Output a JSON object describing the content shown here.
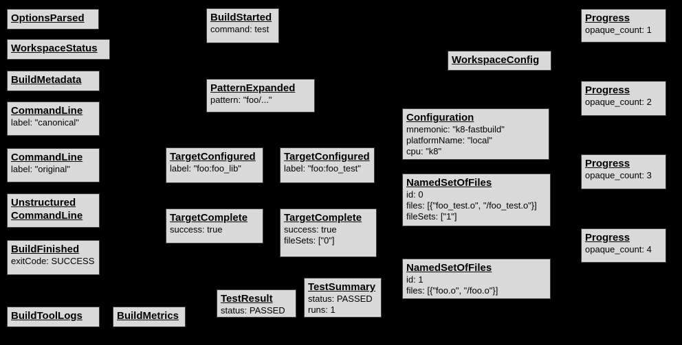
{
  "diagram": {
    "description": "Build Event Protocol event graph",
    "colors": {
      "background": "#000000",
      "box_fill": "#d9d9d9",
      "box_border": "#3f3f3f",
      "text": "#000000"
    }
  },
  "boxes": {
    "options_parsed": {
      "title": "OptionsParsed",
      "lines": []
    },
    "workspace_status": {
      "title": "WorkspaceStatus",
      "lines": []
    },
    "build_metadata": {
      "title": "BuildMetadata",
      "lines": []
    },
    "command_line_canonical": {
      "title": "CommandLine",
      "lines": [
        "label: \"canonical\""
      ]
    },
    "command_line_original": {
      "title": "CommandLine",
      "lines": [
        "label: \"original\""
      ]
    },
    "unstructured_command_line": {
      "title": "Unstructured CommandLine",
      "lines": []
    },
    "build_finished": {
      "title": "BuildFinished",
      "lines": [
        "exitCode: SUCCESS"
      ]
    },
    "build_tool_logs": {
      "title": "BuildToolLogs",
      "lines": []
    },
    "build_metrics": {
      "title": "BuildMetrics",
      "lines": []
    },
    "build_started": {
      "title": "BuildStarted",
      "lines": [
        "command: test"
      ]
    },
    "pattern_expanded": {
      "title": "PatternExpanded",
      "lines": [
        "pattern: \"foo/...\""
      ]
    },
    "target_configured_foo_lib": {
      "title": "TargetConfigured",
      "lines": [
        "label: \"foo:foo_lib\""
      ]
    },
    "target_configured_foo_test": {
      "title": "TargetConfigured",
      "lines": [
        "label: \"foo:foo_test\""
      ]
    },
    "target_complete_foo_lib": {
      "title": "TargetComplete",
      "lines": [
        "success: true"
      ]
    },
    "target_complete_foo_test": {
      "title": "TargetComplete",
      "lines": [
        "success: true",
        "fileSets: [\"0\"]"
      ]
    },
    "test_result": {
      "title": "TestResult",
      "lines": [
        "status: PASSED"
      ]
    },
    "test_summary": {
      "title": "TestSummary",
      "lines": [
        "status: PASSED",
        "runs: 1"
      ]
    },
    "workspace_config": {
      "title": "WorkspaceConfig",
      "lines": []
    },
    "configuration": {
      "title": "Configuration",
      "lines": [
        "mnemonic: \"k8-fastbuild\"",
        "platformName: \"local\"",
        "cpu: \"k8\""
      ]
    },
    "named_set_of_files_0": {
      "title": "NamedSetOfFiles",
      "lines": [
        "id: 0",
        "files: [{\"foo_test.o\", \"/foo_test.o\"}]",
        "fileSets: [\"1\"]"
      ]
    },
    "named_set_of_files_1": {
      "title": "NamedSetOfFiles",
      "lines": [
        "id: 1",
        "files: [{\"foo.o\", \"/foo.o\"}]"
      ]
    },
    "progress_1": {
      "title": "Progress",
      "lines": [
        "opaque_count: 1"
      ]
    },
    "progress_2": {
      "title": "Progress",
      "lines": [
        "opaque_count: 2"
      ]
    },
    "progress_3": {
      "title": "Progress",
      "lines": [
        "opaque_count: 3"
      ]
    },
    "progress_4": {
      "title": "Progress",
      "lines": [
        "opaque_count: 4"
      ]
    }
  }
}
